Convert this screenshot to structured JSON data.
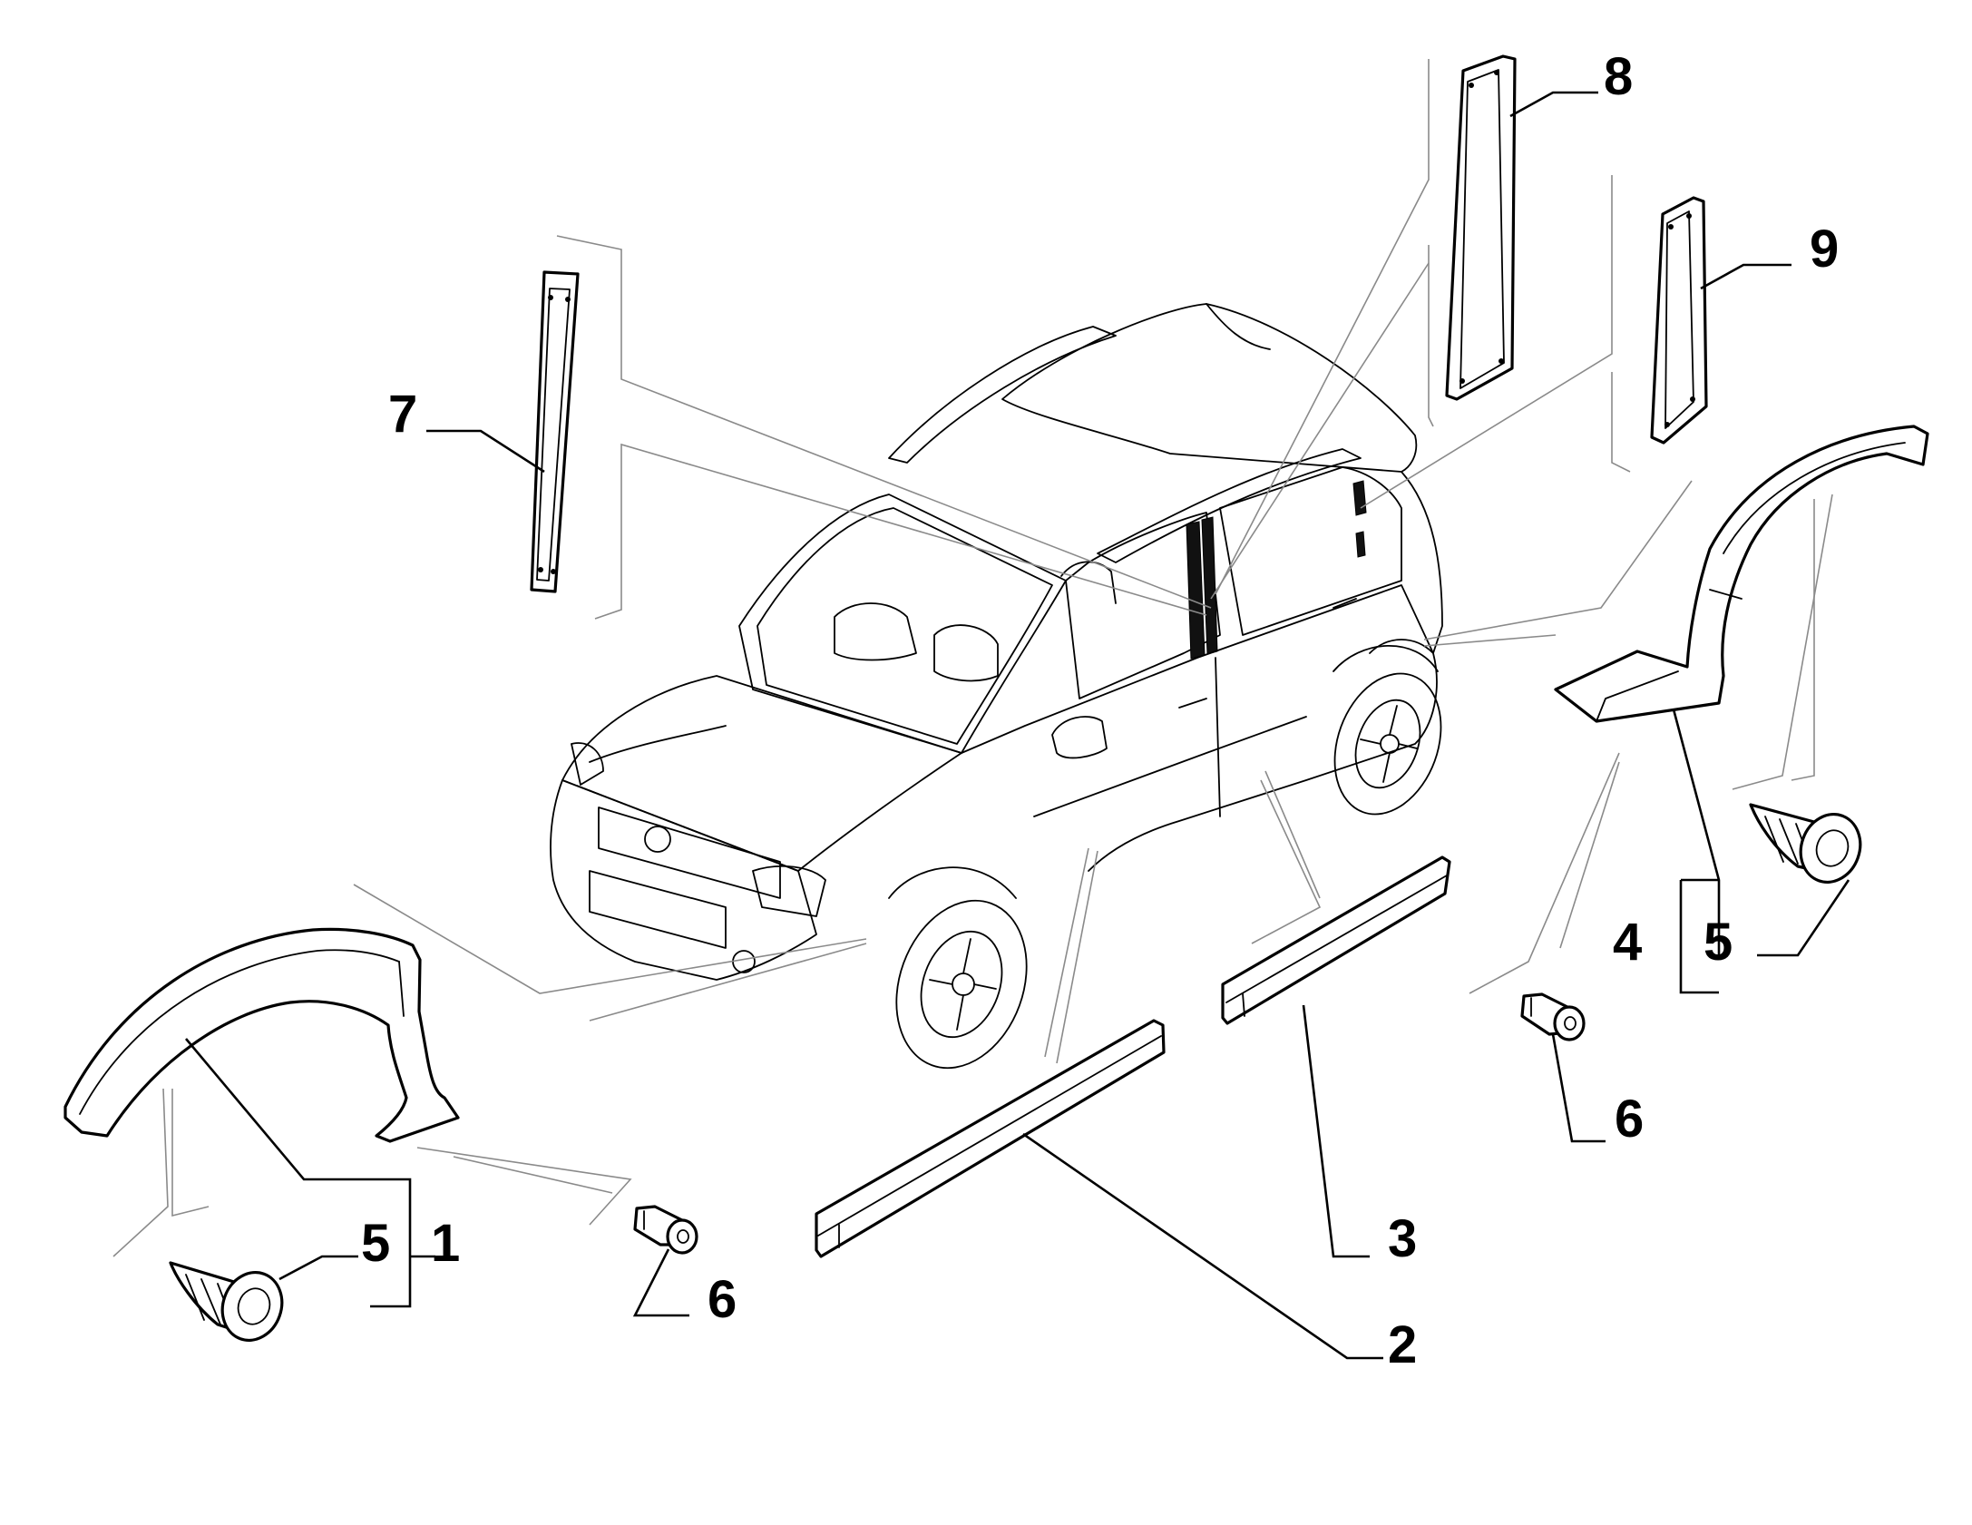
{
  "diagram": {
    "callouts": [
      {
        "id": "callout-1",
        "text": "1"
      },
      {
        "id": "callout-2",
        "text": "2"
      },
      {
        "id": "callout-3",
        "text": "3"
      },
      {
        "id": "callout-4",
        "text": "4"
      },
      {
        "id": "callout-5-left",
        "text": "5"
      },
      {
        "id": "callout-5-right",
        "text": "5"
      },
      {
        "id": "callout-6-left",
        "text": "6"
      },
      {
        "id": "callout-6-right",
        "text": "6"
      },
      {
        "id": "callout-7",
        "text": "7"
      },
      {
        "id": "callout-8",
        "text": "8"
      },
      {
        "id": "callout-9",
        "text": "9"
      }
    ]
  }
}
